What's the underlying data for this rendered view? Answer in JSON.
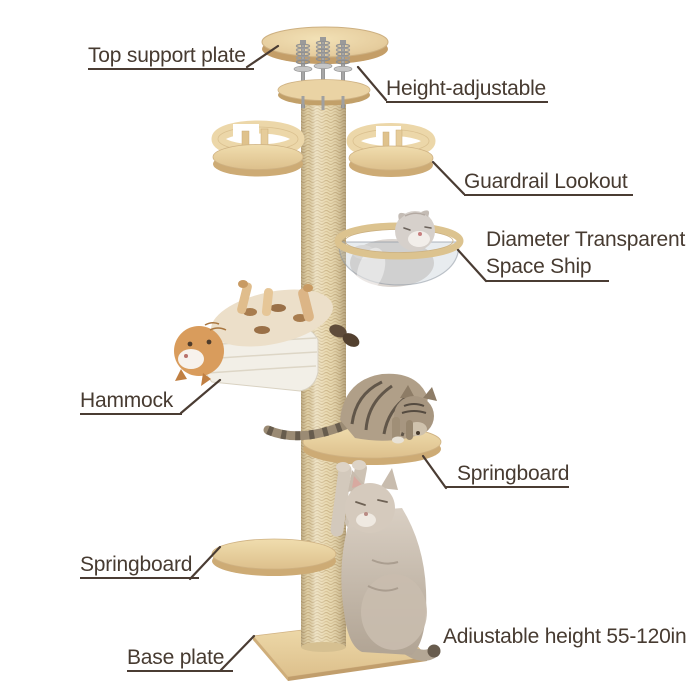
{
  "labels": {
    "top_support_plate": "Top support plate",
    "height_adjustable": "Height-adjustable",
    "guardrail_lookout": "Guardrail Lookout",
    "space_ship_line1": "Diameter Transparent",
    "space_ship_line2": "Space Ship",
    "hammock": "Hammock",
    "springboard_upper": "Springboard",
    "springboard_lower": "Springboard",
    "base_plate": "Base plate",
    "adjustable_height_note": "Adiustable height 55-120in"
  },
  "palette": {
    "label_text": "#473b31",
    "leader_line": "#4a3c33",
    "wood_light": "#efdcae",
    "wood_mid": "#dcc08b",
    "wood_edge": "#c5a06a",
    "sisal": "#e8d8ae",
    "background": "#ffffff"
  }
}
